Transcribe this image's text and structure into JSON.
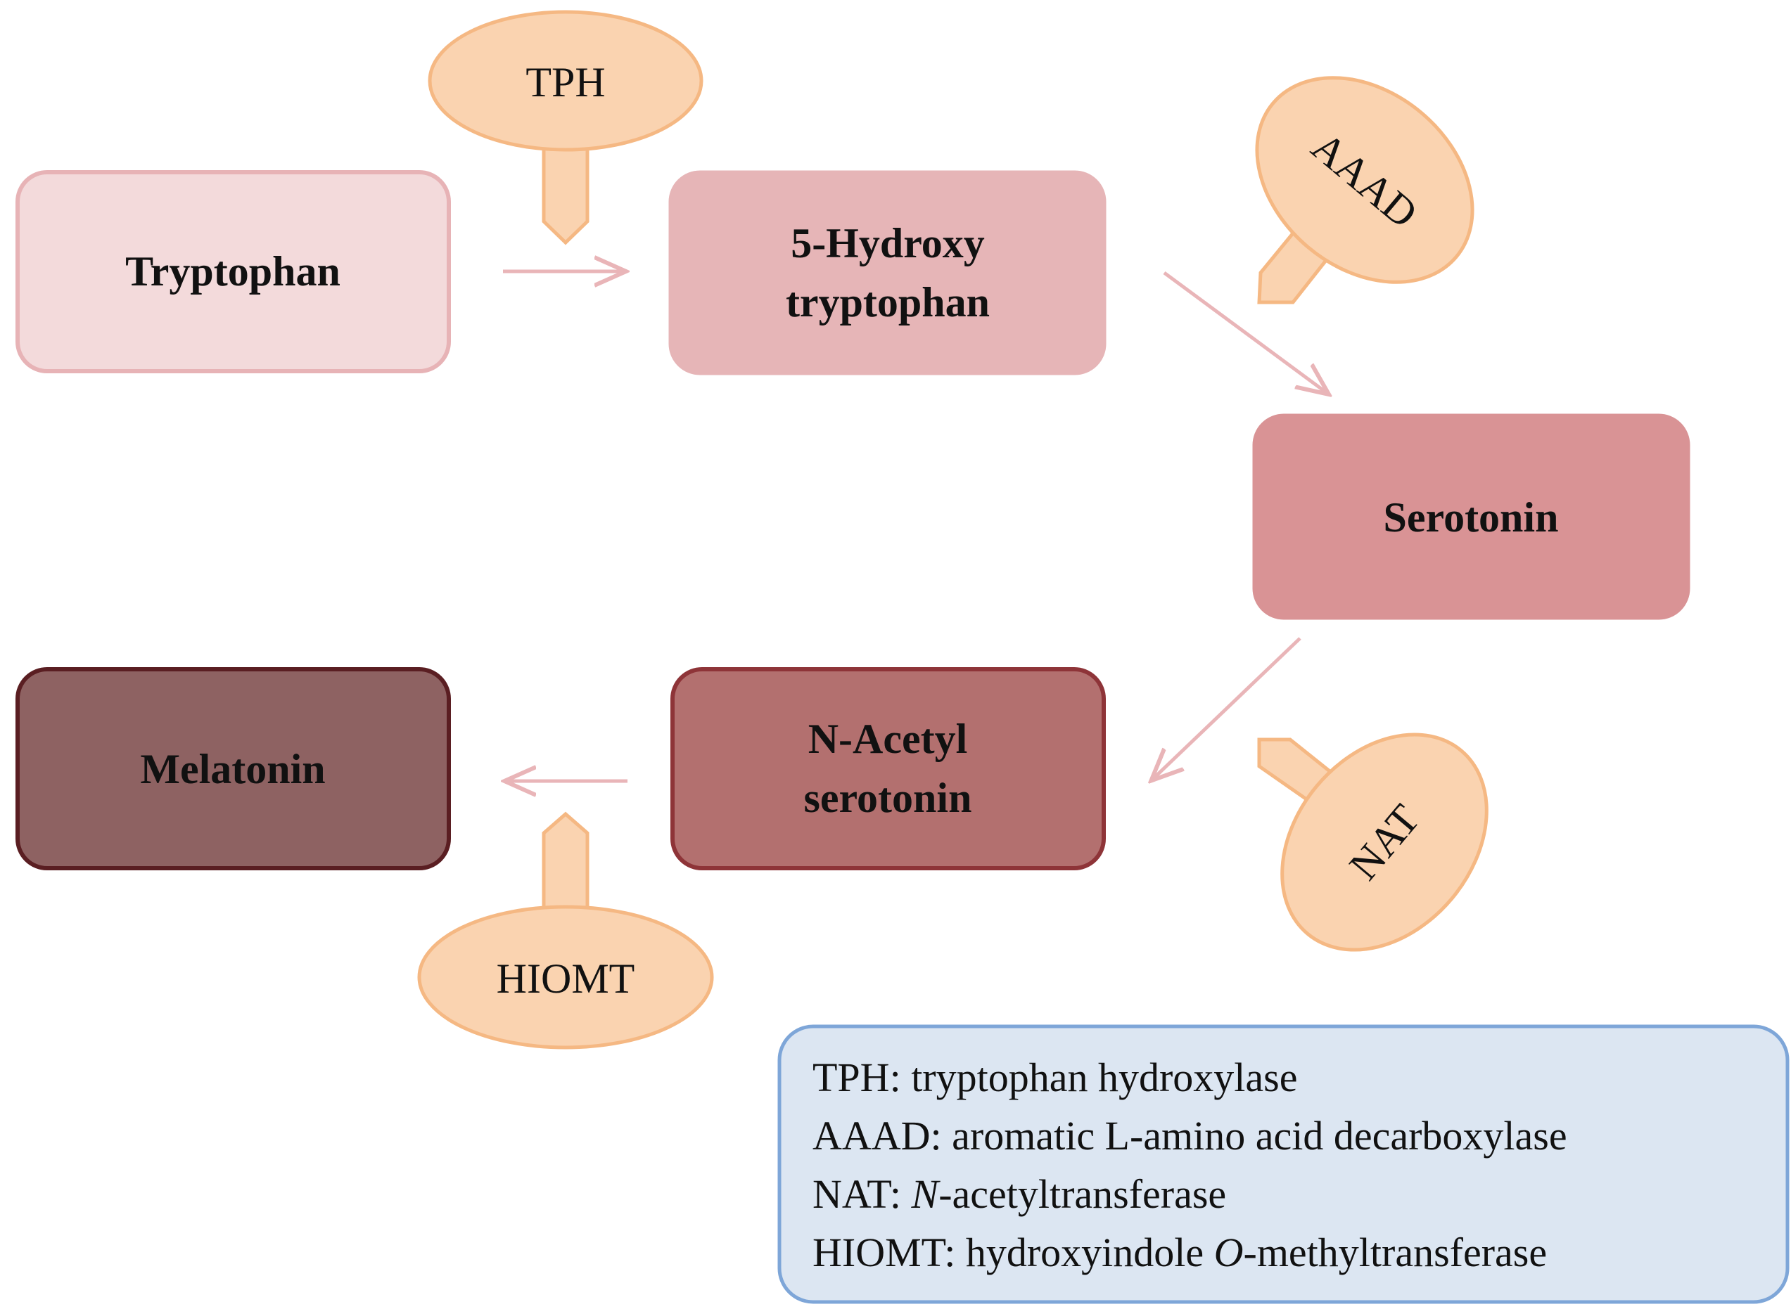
{
  "nodes": {
    "tryptophan": {
      "label": "Tryptophan",
      "fill": "#f3dadb",
      "stroke": "#e7b3b6"
    },
    "hydroxytryptophan": {
      "line1": "5-Hydroxy",
      "line2": "tryptophan",
      "fill": "#e6b5b7",
      "stroke": "#e6b5b7"
    },
    "serotonin": {
      "label": "Serotonin",
      "fill": "#d99395",
      "stroke": "#d99395"
    },
    "n_acetylserotonin": {
      "line1": "N-Acetyl",
      "line2": "serotonin",
      "fill": "#b3706f",
      "stroke": "#8e3438"
    },
    "melatonin": {
      "label": "Melatonin",
      "fill": "#8e6262",
      "stroke": "#5a1e22"
    }
  },
  "enzymes": {
    "tph": {
      "label": "TPH"
    },
    "aaad": {
      "label": "AAAD"
    },
    "nat": {
      "label": "NAT"
    },
    "hiomt": {
      "label": "HIOMT"
    }
  },
  "legend": {
    "tph": {
      "abbr": "TPH:",
      "full": " tryptophan hydroxylase"
    },
    "aaad": {
      "abbr": "AAAD:",
      "full": " aromatic L-amino acid decarboxylase"
    },
    "nat": {
      "abbr": "NAT:",
      "italic": "N",
      "full": "-acetyltransferase"
    },
    "hiomt": {
      "abbr": "HIOMT:",
      "pre": " hydroxyindole ",
      "italic": "O",
      "full": "-methyltransferase"
    }
  },
  "colors": {
    "enzyme_fill": "#fad3b0",
    "enzyme_stroke": "#f5b883",
    "arrow": "#e9b5b8",
    "legend_fill": "#dce6f2",
    "legend_stroke": "#7ea6d8"
  }
}
